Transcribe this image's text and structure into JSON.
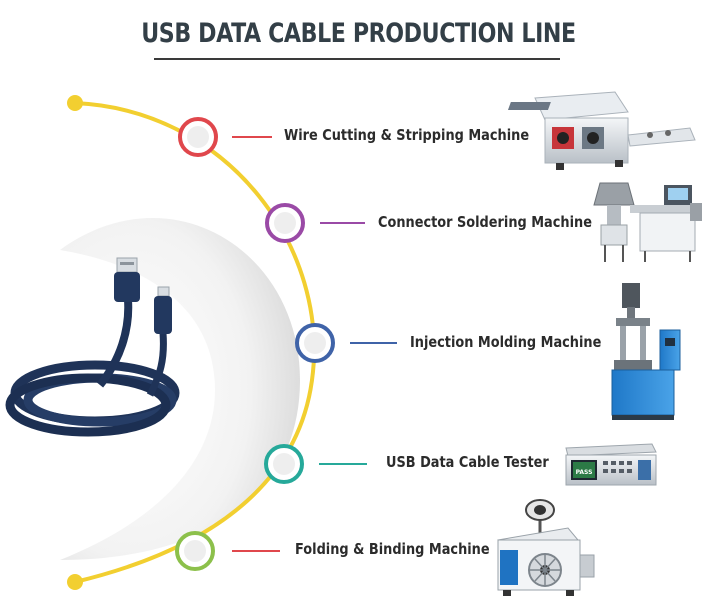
{
  "title": "USB DATA CABLE PRODUCTION LINE",
  "colors": {
    "arc": "#f2cf30",
    "title": "#333f47",
    "step1": "#e0474c",
    "step2": "#9a4aa6",
    "step3": "#3f63a8",
    "step4": "#26a99a",
    "step5": "#8cc04b"
  },
  "steps": [
    {
      "label": "Wire Cutting & Stripping Machine",
      "color": "#e0474c",
      "image": "wire-cutting-machine"
    },
    {
      "label": "Connector Soldering Machine",
      "color": "#9a4aa6",
      "image": "soldering-machine"
    },
    {
      "label": "Injection Molding Machine",
      "color": "#3f63a8",
      "image": "injection-molding-machine"
    },
    {
      "label": "USB Data Cable Tester",
      "color": "#26a99a",
      "image": "cable-tester"
    },
    {
      "label": "Folding & Binding Machine",
      "color": "#e0474c",
      "image": "binding-machine"
    }
  ],
  "tester_screen_text": "PASS"
}
